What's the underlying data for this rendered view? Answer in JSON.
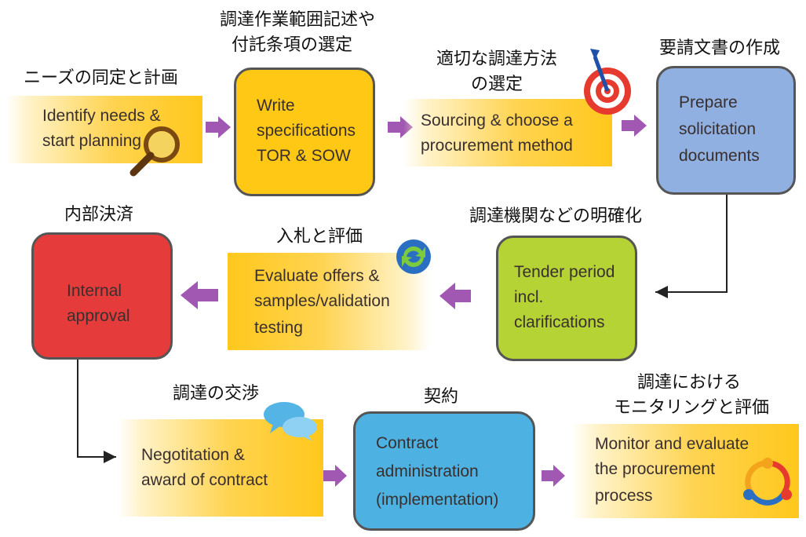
{
  "steps": {
    "identify": {
      "jp": "ニーズの同定と計画",
      "line1": "Identify needs &",
      "line2": "start planning"
    },
    "write": {
      "jp1": "調達作業範囲記述や",
      "jp2": "付託条項の選定",
      "line1": "Write",
      "line2": "specifications",
      "line3": "TOR & SOW"
    },
    "sourcing": {
      "jp1": "適切な調達方法",
      "jp2": "の選定",
      "line1": "Sourcing & choose a",
      "line2": "procurement method"
    },
    "prepare": {
      "jp": "要請文書の作成",
      "line1": "Prepare",
      "line2": "solicitation",
      "line3": "documents"
    },
    "tender": {
      "jp": "調達機関などの明確化",
      "line1": "Tender period",
      "line2": "incl.",
      "line3": "clarifications"
    },
    "evaluate": {
      "jp": "入札と評価",
      "line1": "Evaluate offers &",
      "line2": "samples/validation",
      "line3": "testing"
    },
    "internal": {
      "jp": "内部決済",
      "line1": "Internal",
      "line2": "approval"
    },
    "negotiation": {
      "jp": "調達の交渉",
      "line1": "Negotitation &",
      "line2": "award of contract"
    },
    "contract": {
      "jp": "契約",
      "line1": "Contract",
      "line2": "administration",
      "line3": "(implementation)"
    },
    "monitor": {
      "jp1": "調達における",
      "jp2": "モニタリングと評価",
      "line1": "Monitor and evaluate",
      "line2": "the procurement",
      "line3": "process"
    }
  },
  "icons": [
    "magnifier-icon",
    "target-icon",
    "refresh-icon",
    "speech-bubbles-icon",
    "people-circle-icon"
  ],
  "colors": {
    "write_box": "#ffc814",
    "prepare_box": "#8fb0e0",
    "tender_box": "#b5d334",
    "internal_box": "#e53b3b",
    "contract_box": "#4db2e2",
    "band": "#ffd34f",
    "arrow": "#a058b2"
  }
}
